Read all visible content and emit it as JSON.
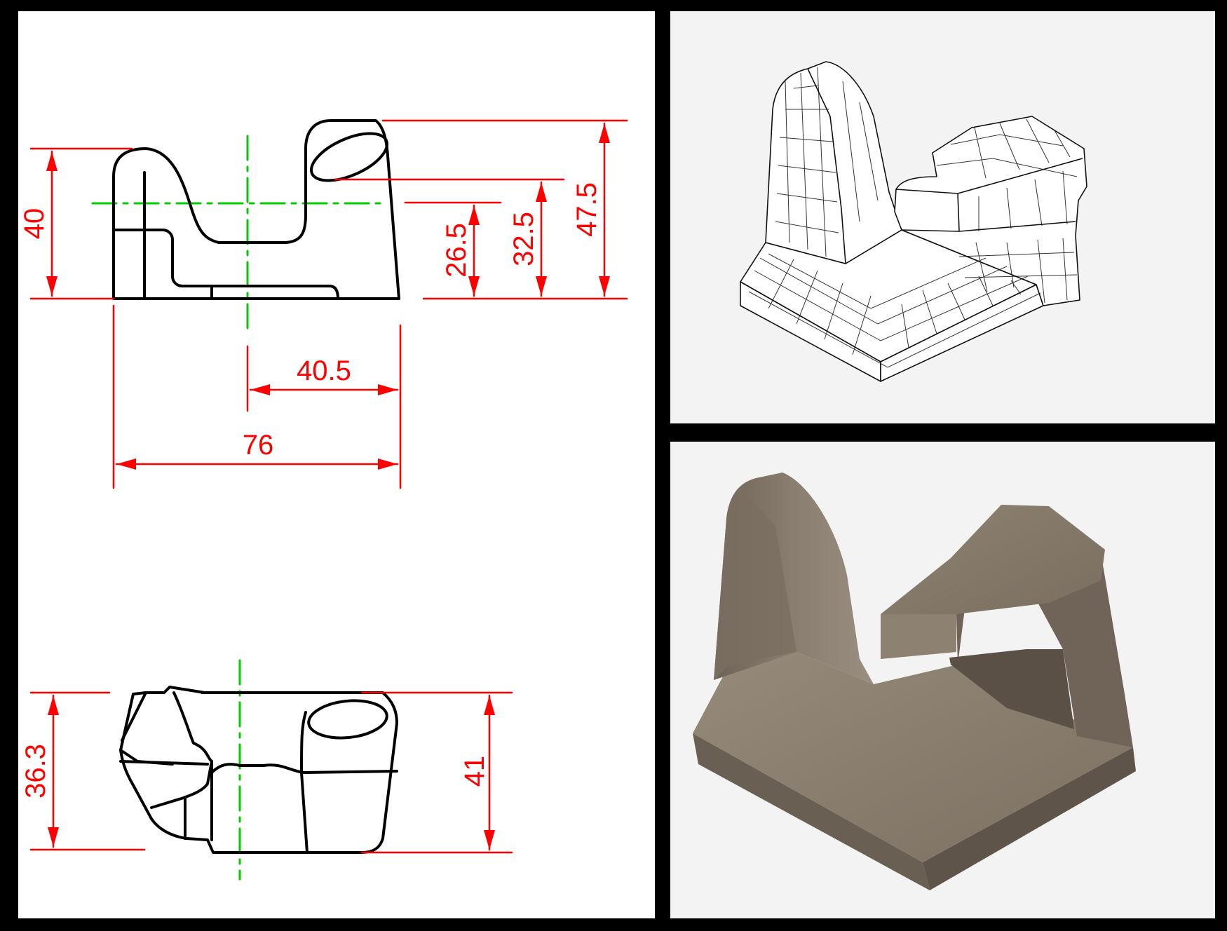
{
  "drawing": {
    "front_view": {
      "dim_height_left": "40",
      "dim_height_1": "26.5",
      "dim_height_2": "32.5",
      "dim_height_3": "47.5",
      "dim_width_half": "40.5",
      "dim_width_full": "76"
    },
    "top_view": {
      "dim_height_left": "36.3",
      "dim_height_right": "41"
    }
  },
  "colors": {
    "dimension": "#ff0000",
    "centerline": "#00cc00",
    "outline": "#000000",
    "solid_body": "#857a6c",
    "panel_bg": "#f3f3f3"
  }
}
